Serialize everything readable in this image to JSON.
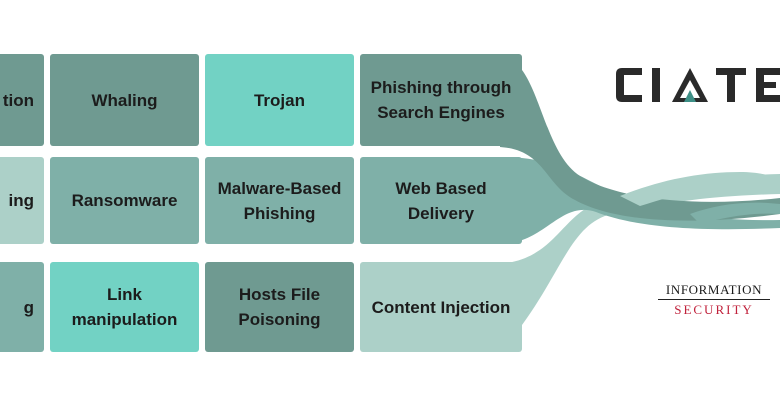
{
  "colors": {
    "dark": "#6f9a91",
    "mid": "#7fb0a8",
    "light": "#acd0c8",
    "cyan": "#72d2c4",
    "logo_dark": "#2a2a2a",
    "logo_teal": "#3d8f86",
    "infosec_red": "#c0213b"
  },
  "grid": {
    "row1": [
      "tion",
      "Whaling",
      "Trojan",
      "Phishing through Search Engines"
    ],
    "row2": [
      "ing",
      "Ransomware",
      "Malware-Based Phishing",
      "Web Based Delivery"
    ],
    "row3": [
      "g",
      "Link manipulation",
      "Hosts File Poisoning",
      "Content Injection"
    ]
  },
  "logos": {
    "ciate": "CIATE",
    "infosec_line1": "INFORMATION",
    "infosec_line2": "SECURITY"
  }
}
